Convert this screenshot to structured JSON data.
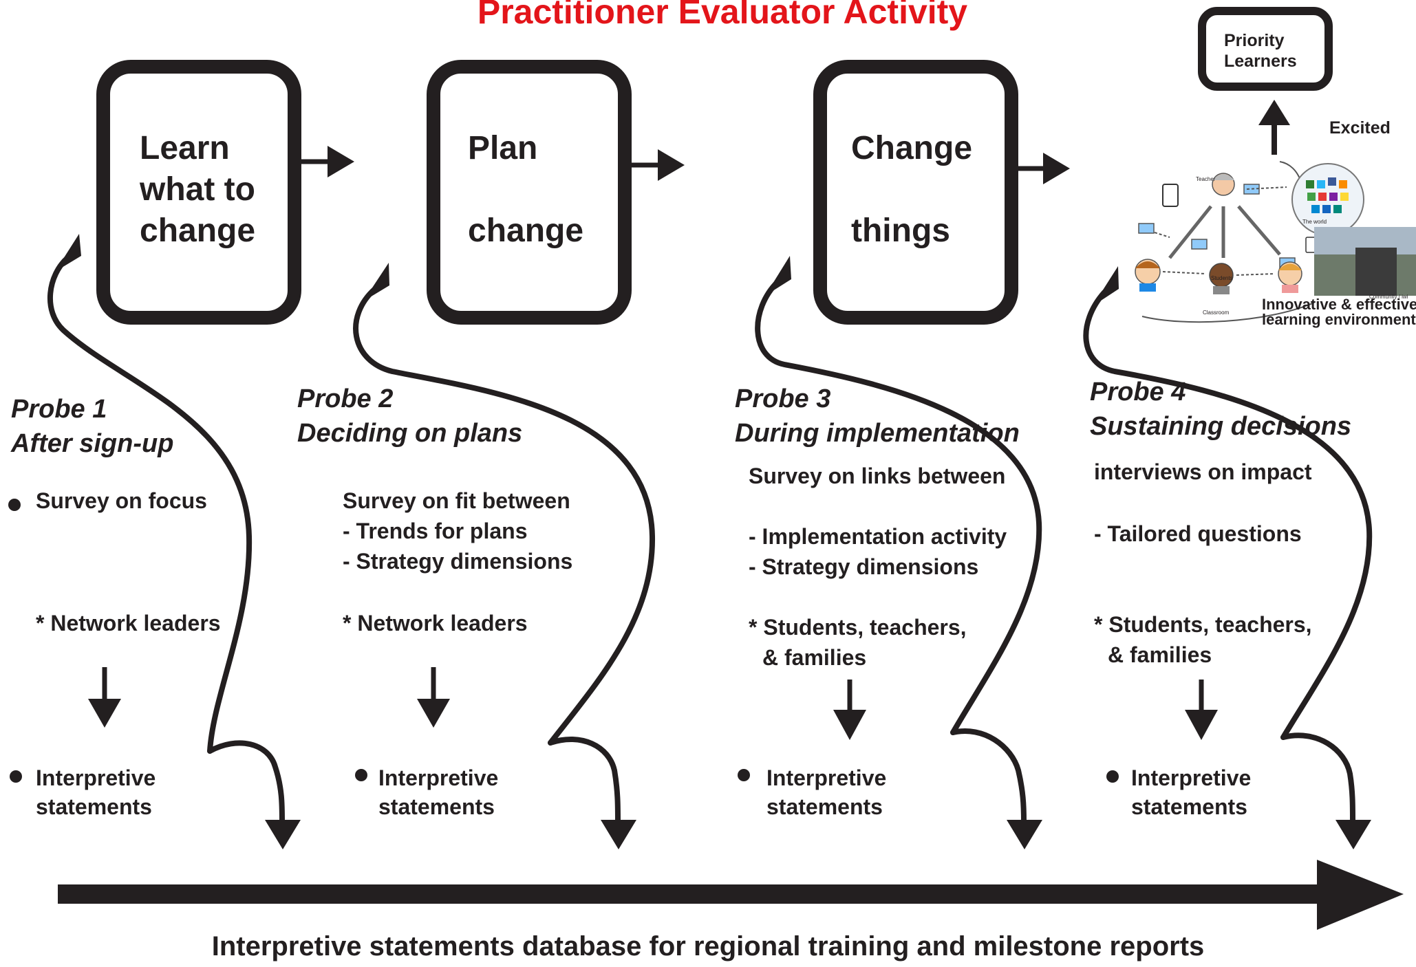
{
  "title": "Practitioner Evaluator Activity",
  "steps": [
    {
      "line1": "Learn",
      "line2": "what to",
      "line3": "change"
    },
    {
      "line1": "Plan",
      "line2": "change"
    },
    {
      "line1": "Change",
      "line2": "things"
    }
  ],
  "outcome": {
    "box_label_1": "Priority",
    "box_label_2": "Learners",
    "excited": "Excited",
    "caption_1": "Innovative & effective",
    "caption_2": "learning environments",
    "illustration_labels": {
      "teacher": "Teacher",
      "world": "The world",
      "students": "Students",
      "classroom": "Classroom",
      "community": "Community / iwi"
    }
  },
  "probes": [
    {
      "title": "Probe 1",
      "subtitle": "After sign-up",
      "item": "Survey on focus",
      "audience": "* Network leaders",
      "result_1": "Interpretive",
      "result_2": "statements"
    },
    {
      "title": "Probe 2",
      "subtitle": "Deciding on plans",
      "item": "Survey on fit between",
      "sub_1": "- Trends for plans",
      "sub_2": "- Strategy dimensions",
      "audience": "* Network leaders",
      "result_1": "Interpretive",
      "result_2": "statements"
    },
    {
      "title": "Probe 3",
      "subtitle": "During implementation",
      "item": "Survey on links between",
      "sub_1": "- Implementation activity",
      "sub_2": "- Strategy dimensions",
      "audience_1": "* Students, teachers,",
      "audience_2": "& families",
      "result_1": "Interpretive",
      "result_2": "statements"
    },
    {
      "title": "Probe 4",
      "subtitle": "Sustaining decisions",
      "item": "interviews on impact",
      "sub_1": "- Tailored questions",
      "audience_1": "* Students, teachers,",
      "audience_2": "& families",
      "result_1": "Interpretive",
      "result_2": "statements"
    }
  ],
  "footer": "Interpretive statements database for regional training and milestone reports",
  "colors": {
    "title": "#e3151a",
    "ink": "#231f20"
  }
}
